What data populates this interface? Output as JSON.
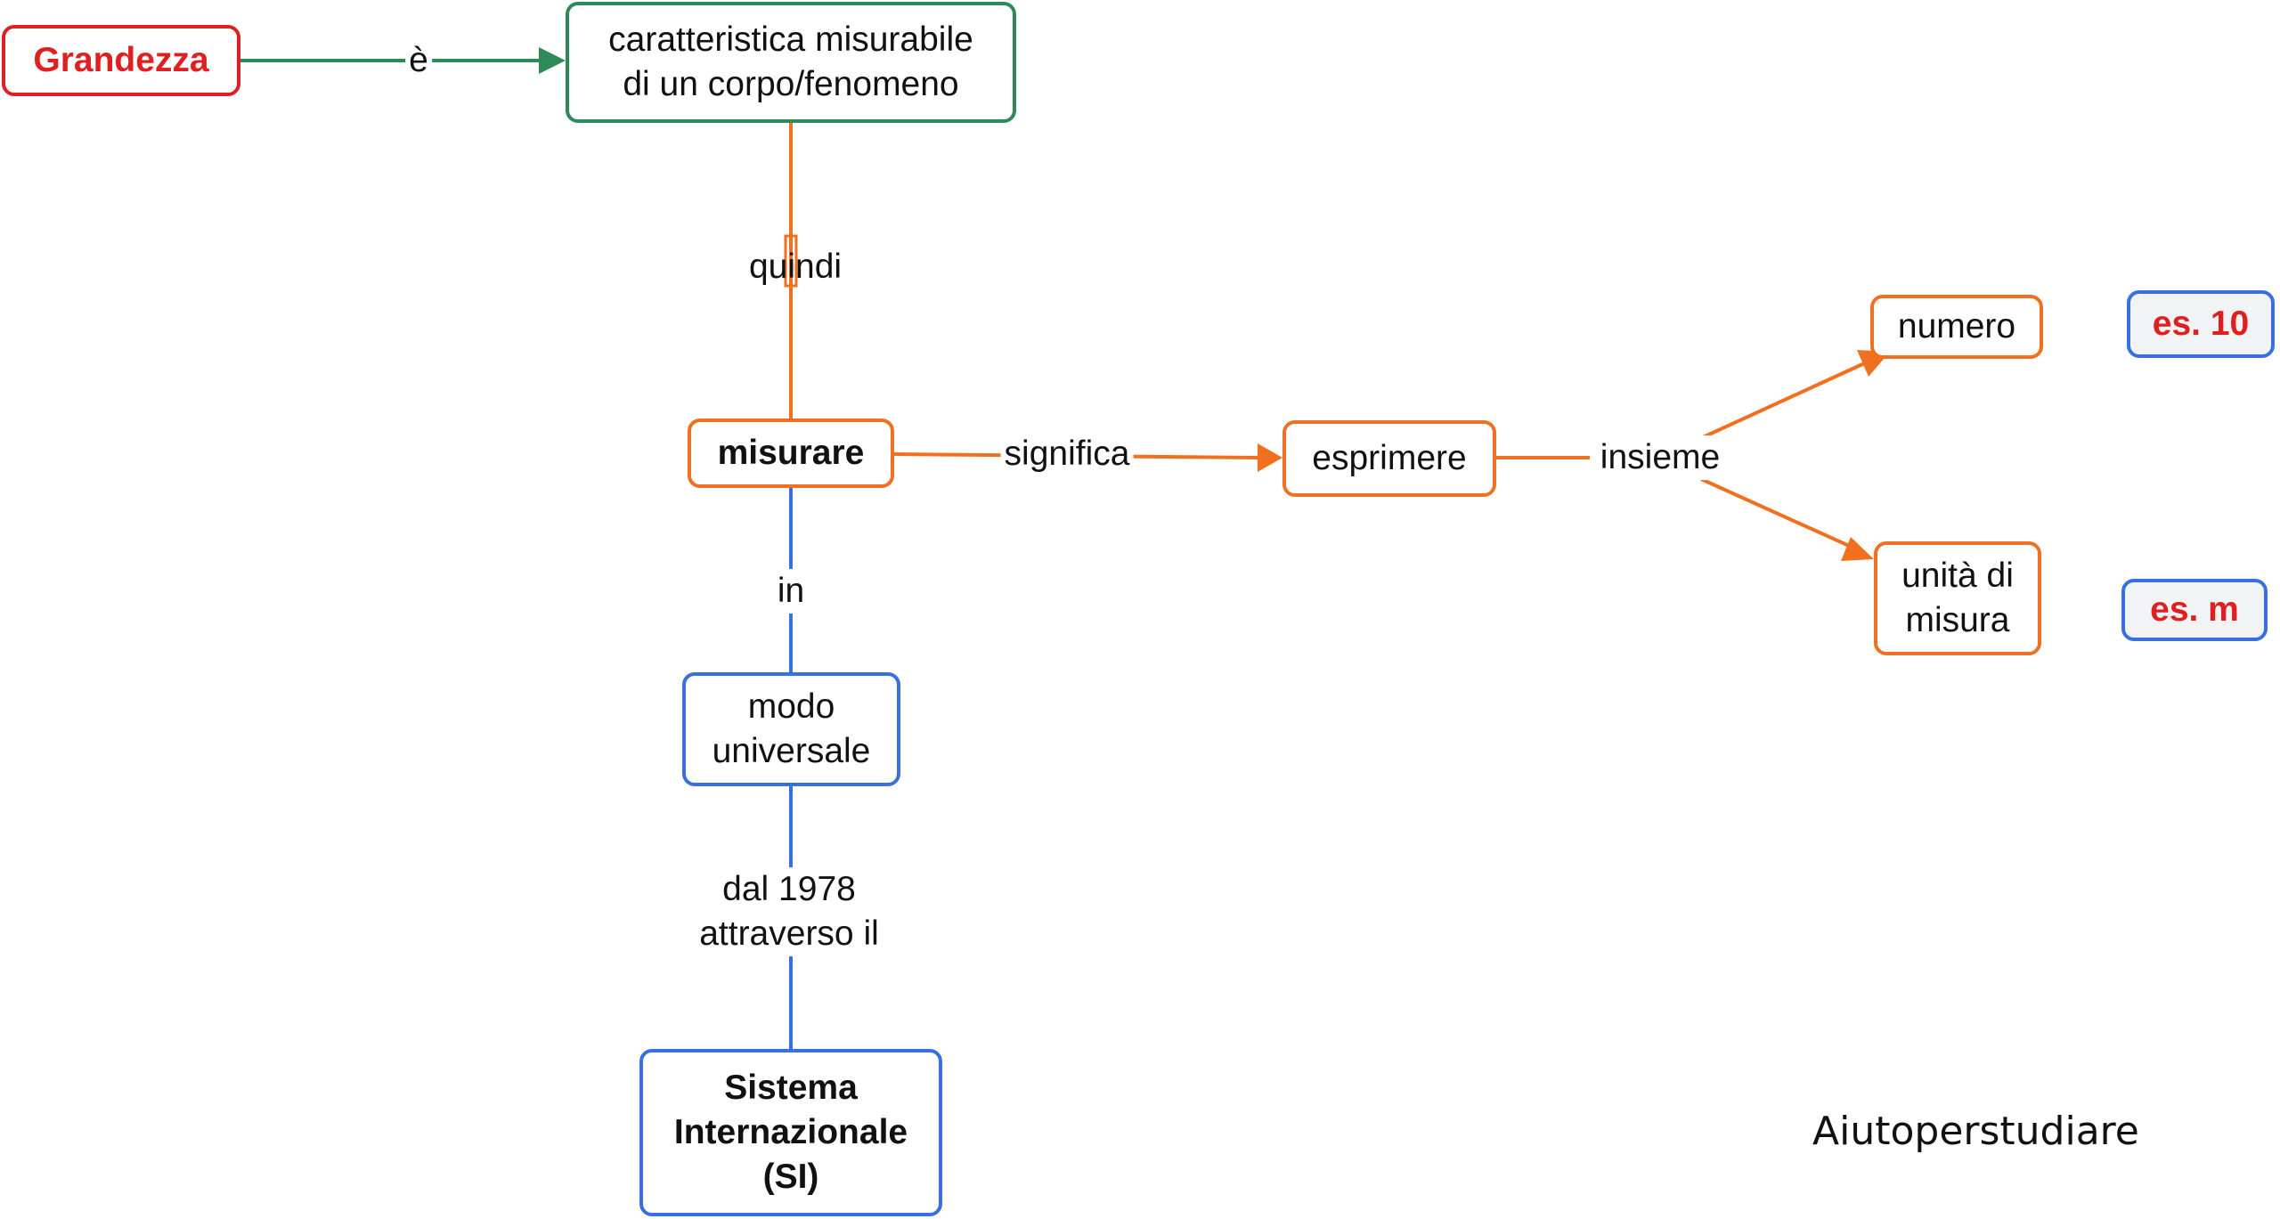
{
  "colors": {
    "red": "#e02020",
    "green": "#2e8b57",
    "orange": "#f07020",
    "blue": "#3a6fe0",
    "example_text": "#e02020"
  },
  "nodes": {
    "grandezza": "Grandezza",
    "caratteristica": "caratteristica misurabile\ndi un corpo/fenomeno",
    "misurare": "misurare",
    "esprimere": "esprimere",
    "numero": "numero",
    "unita": "unità di\nmisura",
    "modo": "modo\nuniversale",
    "sistema": "Sistema\nInternazionale\n(SI)",
    "es_10": "es. 10",
    "es_m": "es. m"
  },
  "links": {
    "e": "è",
    "quindi": "quindi",
    "significa": "significa",
    "insieme": "insieme",
    "in": "in",
    "dal_1978": "dal 1978\nattraverso il"
  },
  "watermark": "Aiutoperstudiare"
}
